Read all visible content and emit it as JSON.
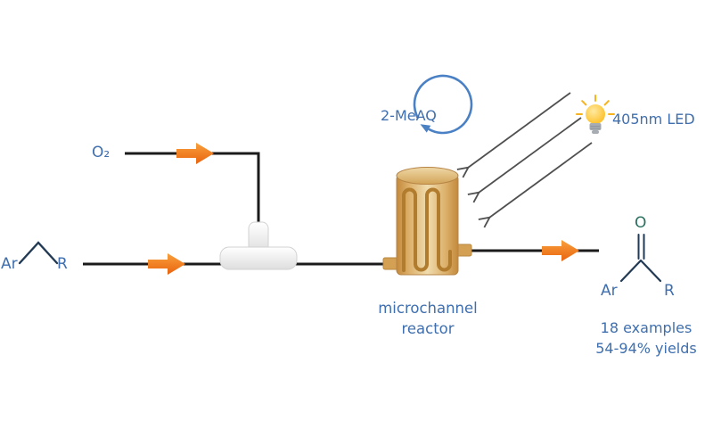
{
  "scheme": {
    "oxygen_label": "O₂",
    "substrate": {
      "aryl": "Ar",
      "alkyl": "R"
    },
    "catalyst_label": "2-MeAQ",
    "light_source_label": "405nm LED",
    "reactor_label_line1": "microchannel",
    "reactor_label_line2": "reactor",
    "product": {
      "oxygen": "O",
      "aryl": "Ar",
      "alkyl": "R"
    },
    "results": {
      "examples": "18 examples",
      "yields": "54-94% yields"
    }
  },
  "icons": {
    "flow_arrow": "orange-block-arrow-right",
    "catalyst_cycle": "circular-recycle-arrow",
    "light_source": "lightbulb",
    "irradiation": "open-head-diagonal-arrows",
    "mixer": "t-junction-mixer"
  },
  "colors": {
    "flow_arrow_orange": "#ee7322",
    "label_blue": "#3f6fae",
    "cycle_arrow_blue": "#4a80c4",
    "reactor_tan": "#d9a55f",
    "reactor_channel_brown": "#b27c2e",
    "bulb_yellow": "#fdc018",
    "product_oxygen_green": "#2a6f5f",
    "flow_line_black": "#1b1b1b",
    "bond_navy": "#223a54",
    "background": "#ffffff"
  }
}
